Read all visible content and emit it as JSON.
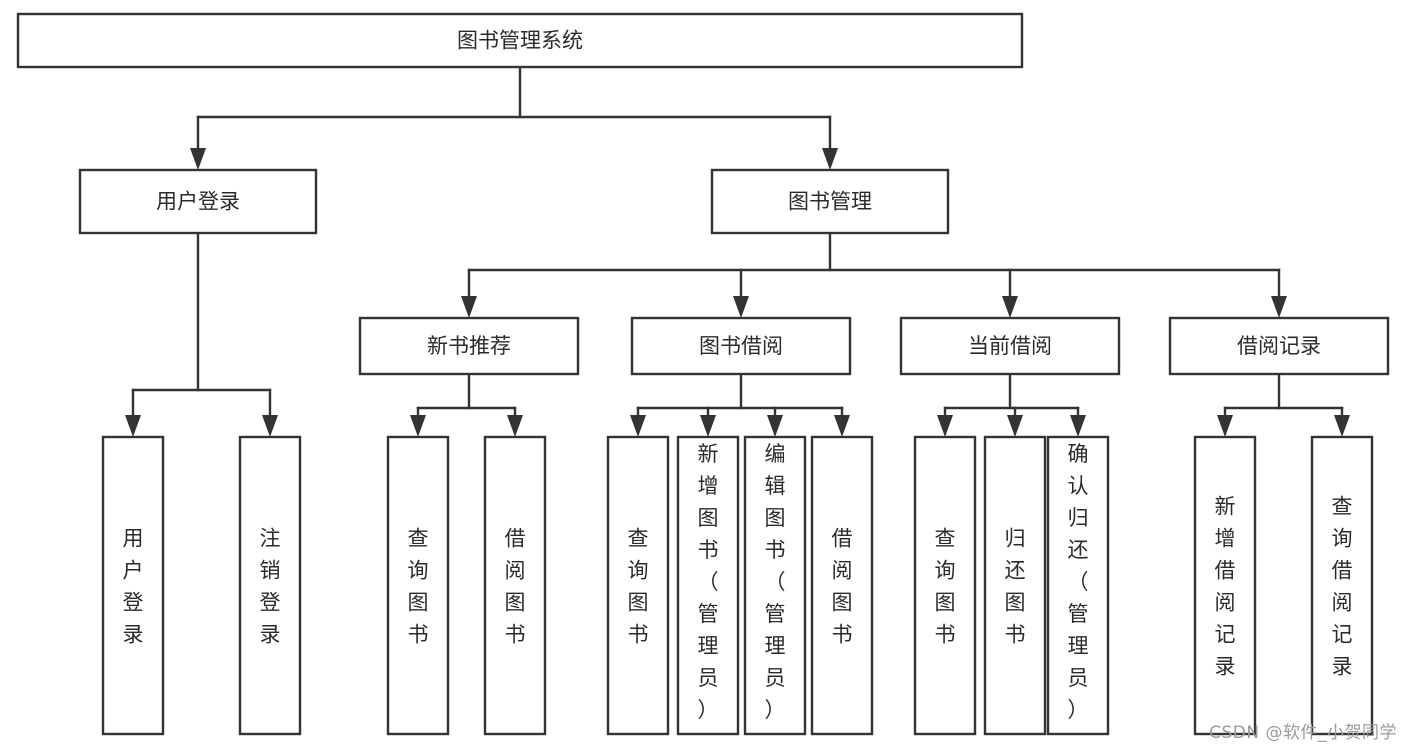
{
  "diagram": {
    "title": "图书管理系统",
    "type": "tree-hierarchy",
    "root": {
      "id": "root",
      "label": "图书管理系统",
      "orientation": "horizontal"
    },
    "level2": [
      {
        "id": "user-login",
        "label": "用户登录",
        "orientation": "horizontal"
      },
      {
        "id": "book-management",
        "label": "图书管理",
        "orientation": "horizontal"
      }
    ],
    "level3": [
      {
        "id": "new-book-recommend",
        "label": "新书推荐",
        "orientation": "horizontal",
        "parent": "book-management"
      },
      {
        "id": "book-borrow",
        "label": "图书借阅",
        "orientation": "horizontal",
        "parent": "book-management"
      },
      {
        "id": "current-borrow",
        "label": "当前借阅",
        "orientation": "horizontal",
        "parent": "book-management"
      },
      {
        "id": "borrow-record",
        "label": "借阅记录",
        "orientation": "horizontal",
        "parent": "book-management"
      }
    ],
    "leaves": [
      {
        "id": "leaf-user-login",
        "label": "用户登录",
        "orientation": "vertical",
        "parent": "user-login",
        "align": "middle"
      },
      {
        "id": "leaf-logout-login",
        "label": "注销登录",
        "orientation": "vertical",
        "parent": "user-login",
        "align": "middle"
      },
      {
        "id": "leaf-query-book-1",
        "label": "查询图书",
        "orientation": "vertical",
        "parent": "new-book-recommend",
        "align": "middle"
      },
      {
        "id": "leaf-borrow-book-1",
        "label": "借阅图书",
        "orientation": "vertical",
        "parent": "new-book-recommend",
        "align": "middle"
      },
      {
        "id": "leaf-query-book-2",
        "label": "查询图书",
        "orientation": "vertical",
        "parent": "book-borrow",
        "align": "middle"
      },
      {
        "id": "leaf-add-book-admin",
        "label": "新增图书（管理员）",
        "orientation": "vertical",
        "parent": "book-borrow",
        "align": "top"
      },
      {
        "id": "leaf-edit-book-admin",
        "label": "编辑图书（管理员）",
        "orientation": "vertical",
        "parent": "book-borrow",
        "align": "top"
      },
      {
        "id": "leaf-borrow-book-2",
        "label": "借阅图书",
        "orientation": "vertical",
        "parent": "book-borrow",
        "align": "middle"
      },
      {
        "id": "leaf-query-book-3",
        "label": "查询图书",
        "orientation": "vertical",
        "parent": "current-borrow",
        "align": "middle"
      },
      {
        "id": "leaf-return-book",
        "label": "归还图书",
        "orientation": "vertical",
        "parent": "current-borrow",
        "align": "middle"
      },
      {
        "id": "leaf-confirm-return-admin",
        "label": "确认归还（管理员）",
        "orientation": "vertical",
        "parent": "current-borrow",
        "align": "top"
      },
      {
        "id": "leaf-add-borrow-record",
        "label": "新增借阅记录",
        "orientation": "vertical",
        "parent": "borrow-record",
        "align": "middle"
      },
      {
        "id": "leaf-query-borrow-record",
        "label": "查询借阅记录",
        "orientation": "vertical",
        "parent": "borrow-record",
        "align": "middle"
      }
    ]
  },
  "watermark": {
    "text": "CSDN @软件_小贺同学"
  },
  "colors": {
    "stroke": "#333333",
    "box_fill": "#ffffff",
    "text": "#2b2b2b",
    "background": "#ffffff",
    "watermark": "#9a9a9a"
  }
}
